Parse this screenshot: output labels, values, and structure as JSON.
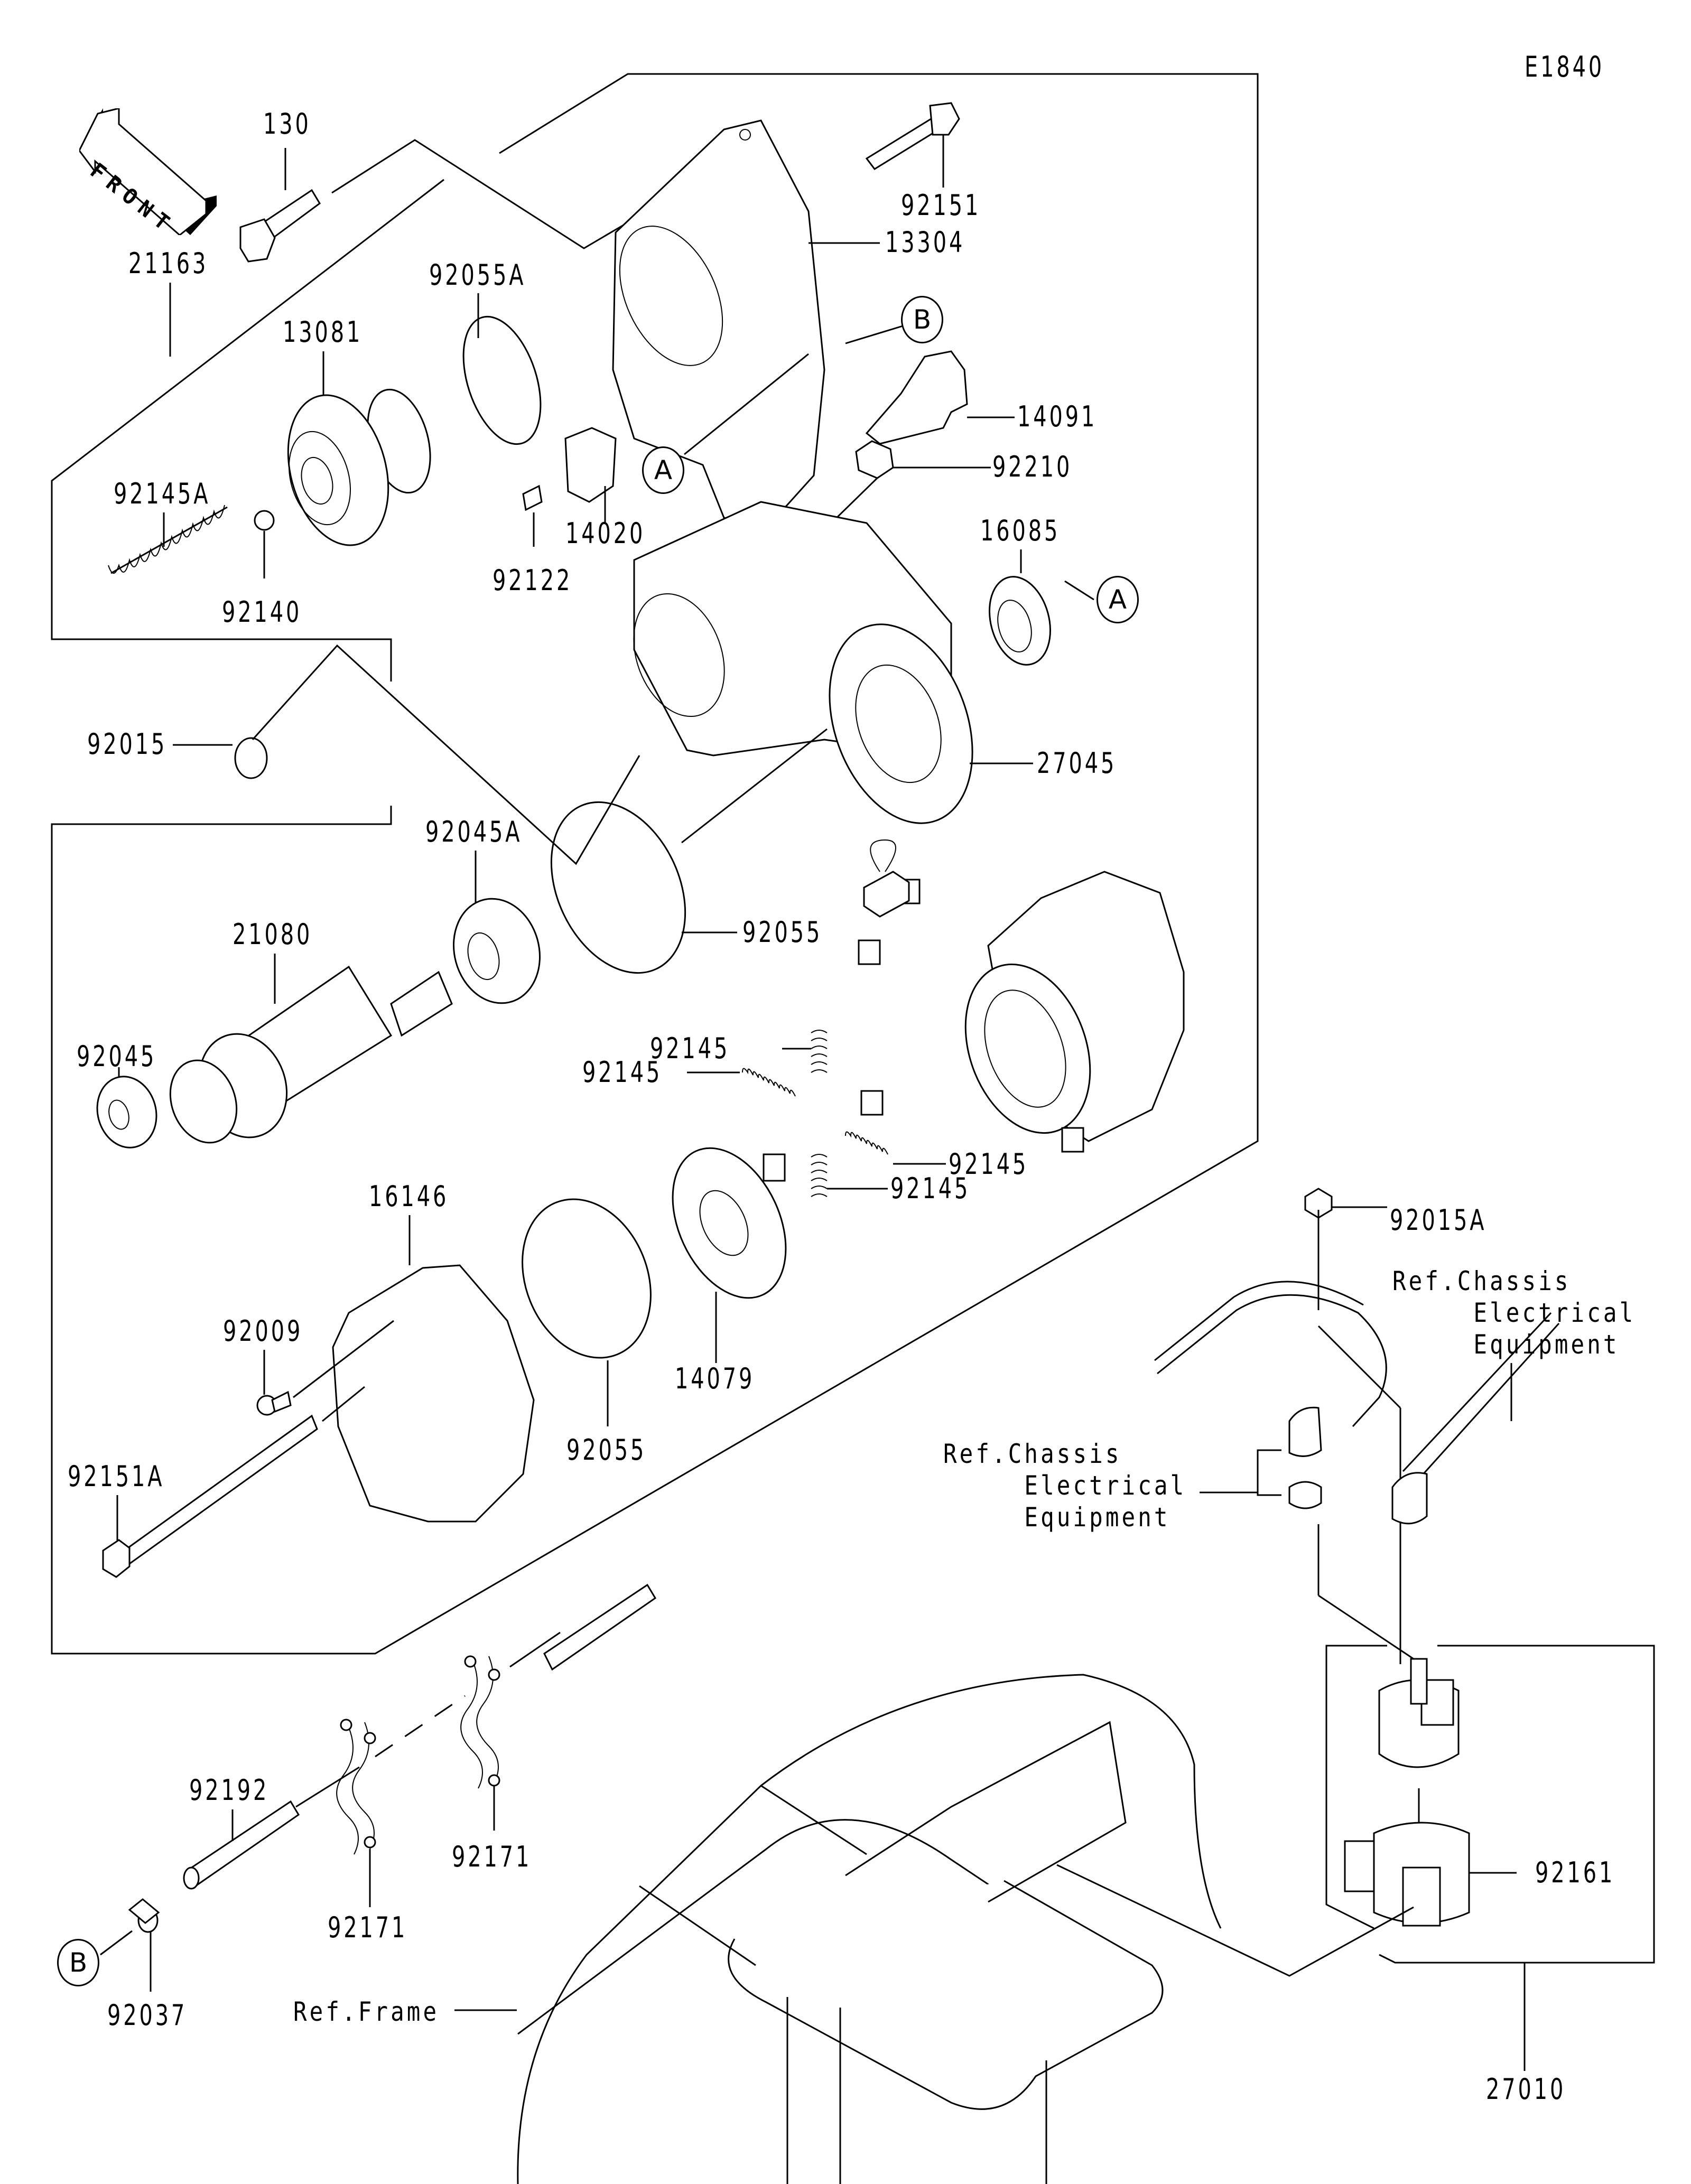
{
  "diagram": {
    "code": "E1840",
    "front_label": "FRONT",
    "callouts": [
      {
        "id": "c130",
        "text": "130"
      },
      {
        "id": "c21163",
        "text": "21163"
      },
      {
        "id": "c92055A",
        "text": "92055A"
      },
      {
        "id": "c92151",
        "text": "92151"
      },
      {
        "id": "c13304",
        "text": "13304"
      },
      {
        "id": "c13081",
        "text": "13081"
      },
      {
        "id": "c14091",
        "text": "14091"
      },
      {
        "id": "c92210",
        "text": "92210"
      },
      {
        "id": "c92145A",
        "text": "92145A"
      },
      {
        "id": "c14020",
        "text": "14020"
      },
      {
        "id": "c92122",
        "text": "92122"
      },
      {
        "id": "c92140",
        "text": "92140"
      },
      {
        "id": "c16085",
        "text": "16085"
      },
      {
        "id": "c92015",
        "text": "92015"
      },
      {
        "id": "c27045",
        "text": "27045"
      },
      {
        "id": "c92045A",
        "text": "92045A"
      },
      {
        "id": "c92055a",
        "text": "92055"
      },
      {
        "id": "c21080",
        "text": "21080"
      },
      {
        "id": "c92045",
        "text": "92045"
      },
      {
        "id": "c92145a",
        "text": "92145"
      },
      {
        "id": "c92145b",
        "text": "92145"
      },
      {
        "id": "c92145c",
        "text": "92145"
      },
      {
        "id": "c92145d",
        "text": "92145"
      },
      {
        "id": "c16146",
        "text": "16146"
      },
      {
        "id": "c92009",
        "text": "92009"
      },
      {
        "id": "c92015A",
        "text": "92015A"
      },
      {
        "id": "c14079",
        "text": "14079"
      },
      {
        "id": "c92055b",
        "text": "92055"
      },
      {
        "id": "c92151A",
        "text": "92151A"
      },
      {
        "id": "c92192",
        "text": "92192"
      },
      {
        "id": "c92171a",
        "text": "92171"
      },
      {
        "id": "c92171b",
        "text": "92171"
      },
      {
        "id": "c92161",
        "text": "92161"
      },
      {
        "id": "c92037",
        "text": "92037"
      },
      {
        "id": "c27010",
        "text": "27010"
      }
    ],
    "reference_markers": [
      {
        "id": "markerB1",
        "text": "B"
      },
      {
        "id": "markerA1",
        "text": "A"
      },
      {
        "id": "markerA2",
        "text": "A"
      },
      {
        "id": "markerB2",
        "text": "B"
      }
    ],
    "references": {
      "chassis_right": "Ref.Chassis\n     Electrical\n     Equipment",
      "chassis_left": "Ref.Chassis\n     Electrical\n     Equipment",
      "frame": "Ref.Frame"
    }
  }
}
